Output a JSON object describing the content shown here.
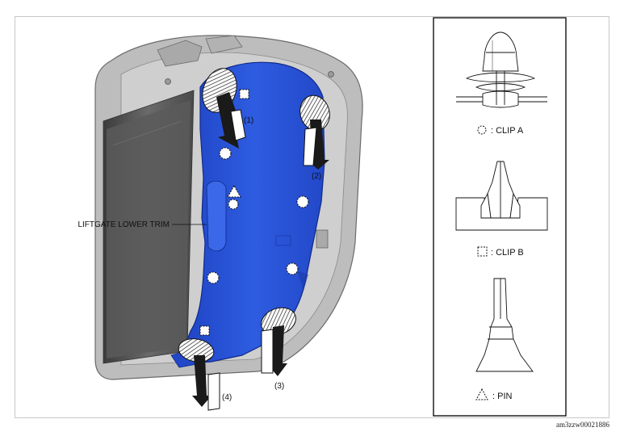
{
  "callouts": {
    "trim_label": "LIFTGATE LOWER TRIM",
    "step1": "(1)",
    "step2": "(2)",
    "step3": "(3)",
    "step4": "(4)"
  },
  "legend": {
    "clip_a": ": CLIP A",
    "clip_b": ": CLIP B",
    "pin": ": PIN"
  },
  "figure_code": "am3zzw00021886",
  "colors": {
    "trim_blue": "#2a56d8",
    "liftgate_grey": "#b7b7b7",
    "glass_dark": "#555555"
  }
}
